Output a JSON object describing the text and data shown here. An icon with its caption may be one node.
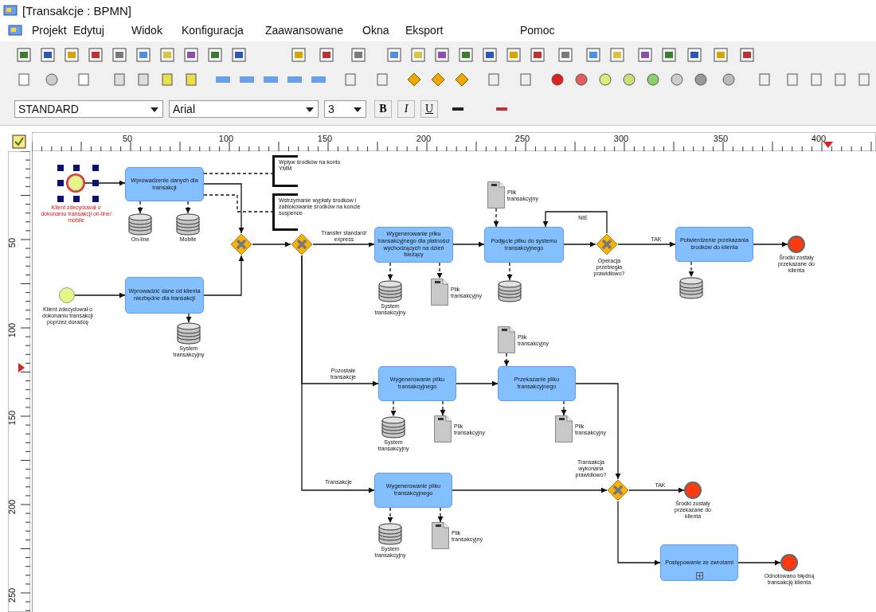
{
  "diagram": {
    "title": "[Transakcje : BPMN]",
    "nodes": [
      {
        "text": [],
        "shape": "circle",
        "beside": [
          "Klient zdecydował o dokonaniu transakcji on-line/ mobile"
        ]
      },
      {
        "text": [
          "Wprowadzenie danych dla transakcji"
        ]
      },
      {
        "text": [
          "On-line"
        ]
      },
      {
        "text": [
          "Mobile"
        ]
      },
      {
        "text": [
          "Wpływ środków na konto YMM"
        ]
      },
      {
        "text": [
          "Wstrzymanie wypłaty środków i zablokowanie środków na koncie suspence"
        ]
      },
      {
        "text": [],
        "shape": "diamond"
      },
      {
        "text": [],
        "shape": "circle",
        "beside": [
          "Klient zdecydował o dokonaniu transakcji poprzez doradcę"
        ]
      },
      {
        "text": [
          "Wprowadzić dane od klienta niezbędne dla transakcji"
        ]
      },
      {
        "text": [
          "System transakcyjny"
        ]
      },
      {
        "text": [],
        "shape": "diamond"
      },
      {
        "text": [
          "Wygenerowanie pliku transakcyjnego dla płatności wychodzących na dzień bieżący"
        ]
      },
      {
        "text": [
          "System transakcyjny"
        ]
      },
      {
        "text": [
          "Plik transakcyjny"
        ]
      },
      {
        "text": [
          "Plik transakcyjny"
        ]
      },
      {
        "text": [
          "Podjęcie pliku do systemu transakcyjnego"
        ]
      },
      {
        "text": [],
        "shape": "cylinder"
      },
      {
        "text": [],
        "shape": "diamond",
        "beside": [
          "Operacja przebiegła prawidłowo?"
        ]
      },
      {
        "text": [
          "Potwierdzenie przekazania środków do klienta"
        ]
      },
      {
        "text": [],
        "shape": "cylinder"
      },
      {
        "text": [],
        "shape": "circle",
        "beside": [
          "Środki zostały przekazane do klienta"
        ]
      },
      {
        "text": [
          "Plik transakcyjny"
        ]
      },
      {
        "text": [
          "Wygenerowanie pliku transakcyjnego"
        ]
      },
      {
        "text": [
          "System transakcyjny"
        ]
      },
      {
        "text": [
          "Plik transakcyjny"
        ]
      },
      {
        "text": [
          "Przekazanie pliku transakcyjnego"
        ]
      },
      {
        "text": [
          "Plik transakcyjny"
        ]
      },
      {
        "text": [
          "Wygenerowanie pliku transakcyjnego"
        ]
      },
      {
        "text": [
          "System transakcyjny"
        ]
      },
      {
        "text": [
          "Plik transakcyjny"
        ]
      },
      {
        "text": [],
        "shape": "diamond",
        "beside": [
          "Transakcja wykonana prawidłowo?"
        ]
      },
      {
        "text": [],
        "shape": "circle",
        "beside": [
          "Środki zostały przekazane do klienta"
        ]
      },
      {
        "text": [
          "Postępowanie ze zwrotami"
        ]
      },
      {
        "text": [],
        "shape": "circle",
        "beside": [
          "Odnotowano błędną transakcję klienta"
        ]
      }
    ],
    "edges": [
      {
        "from": 0,
        "to": 1,
        "arrow": "to"
      },
      {
        "from": 1,
        "to": 4,
        "arrow": "none",
        "style": "dashed"
      },
      {
        "from": 1,
        "to": 5,
        "arrow": "none",
        "style": "dashed"
      },
      {
        "from": 1,
        "to": 2,
        "arrow": "to",
        "style": "dashed"
      },
      {
        "from": 1,
        "to": 3,
        "arrow": "to",
        "style": "dashed"
      },
      {
        "from": 1,
        "to": 6,
        "arrow": "to"
      },
      {
        "from": 7,
        "to": 8,
        "arrow": "to"
      },
      {
        "from": 8,
        "to": 6,
        "arrow": "to"
      },
      {
        "from": 8,
        "to": 9,
        "arrow": "to",
        "style": "dashed"
      },
      {
        "from": 6,
        "to": 10,
        "arrow": "to"
      },
      {
        "from": 10,
        "to": 11,
        "arrow": "to",
        "label": "Transfer standard/ express"
      },
      {
        "from": 10,
        "to": 22,
        "arrow": "to",
        "label": "Pozostałe transakcje"
      },
      {
        "from": 10,
        "to": 27,
        "arrow": "to",
        "label": "Transakcje"
      },
      {
        "from": 11,
        "to": 15,
        "arrow": "to"
      },
      {
        "from": 11,
        "to": 12,
        "arrow": "to",
        "style": "dashed"
      },
      {
        "from": 11,
        "to": 13,
        "arrow": "to",
        "style": "dashed"
      },
      {
        "from": 14,
        "to": 15,
        "arrow": "to",
        "style": "dashed"
      },
      {
        "from": 15,
        "to": 16,
        "arrow": "to",
        "style": "dashed"
      },
      {
        "from": 15,
        "to": 17,
        "arrow": "to"
      },
      {
        "from": 17,
        "to": 15,
        "arrow": "to",
        "label": "NIE"
      },
      {
        "from": 17,
        "to": 18,
        "arrow": "to",
        "label": "TAK"
      },
      {
        "from": 18,
        "to": 19,
        "arrow": "to",
        "style": "dashed"
      },
      {
        "from": 18,
        "to": 20,
        "arrow": "to"
      },
      {
        "from": 21,
        "to": 25,
        "arrow": "to",
        "style": "dashed"
      },
      {
        "from": 22,
        "to": 25,
        "arrow": "to"
      },
      {
        "from": 22,
        "to": 23,
        "arrow": "to",
        "style": "dashed"
      },
      {
        "from": 22,
        "to": 24,
        "arrow": "to",
        "style": "dashed"
      },
      {
        "from": 25,
        "to": 26,
        "arrow": "to",
        "style": "dashed"
      },
      {
        "from": 25,
        "to": 30,
        "arrow": "to"
      },
      {
        "from": 27,
        "to": 30,
        "arrow": "to"
      },
      {
        "from": 27,
        "to": 28,
        "arrow": "to",
        "style": "dashed"
      },
      {
        "from": 27,
        "to": 29,
        "arrow": "to",
        "style": "dashed"
      },
      {
        "from": 30,
        "to": 31,
        "arrow": "to",
        "label": "TAK"
      },
      {
        "from": 30,
        "to": 32,
        "arrow": "to"
      },
      {
        "from": 32,
        "to": 33,
        "arrow": "to"
      }
    ],
    "labels": [
      "Projekt",
      "Edytuj",
      "Widok",
      "Konfiguracja",
      "Zaawansowane",
      "Okna",
      "Eksport",
      "Pomoc",
      "STANDARD",
      "Arial",
      "3",
      "B",
      "I",
      "U",
      "50",
      "100",
      "150",
      "200",
      "250",
      "300",
      "350",
      "400",
      "50",
      "100",
      "150",
      "200",
      "250"
    ]
  }
}
